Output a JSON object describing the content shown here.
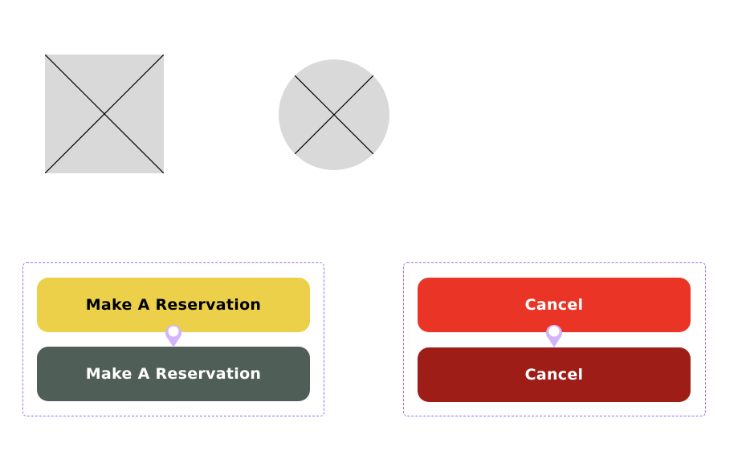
{
  "placeholders": [
    {
      "shape": "square",
      "icon": "image-placeholder-icon",
      "fill": "#d9d9d9",
      "stroke": "#000000"
    },
    {
      "shape": "circle",
      "icon": "avatar-placeholder-icon",
      "fill": "#d9d9d9",
      "stroke": "#000000"
    }
  ],
  "variant_sets": {
    "reservation": {
      "primary_label": "Make A Reservation",
      "secondary_label": "Make A Reservation",
      "primary_color": "#ecd04a",
      "primary_text_color": "#000000",
      "secondary_color": "#4f5f57",
      "secondary_text_color": "#ffffff"
    },
    "cancel": {
      "primary_label": "Cancel",
      "secondary_label": "Cancel",
      "primary_color": "#e93426",
      "primary_text_color": "#ffffff",
      "secondary_color": "#9e1d17",
      "secondary_text_color": "#ffffff"
    }
  },
  "colors": {
    "frame_border": "#9b6cf0",
    "connector": "#d2b4fb"
  }
}
